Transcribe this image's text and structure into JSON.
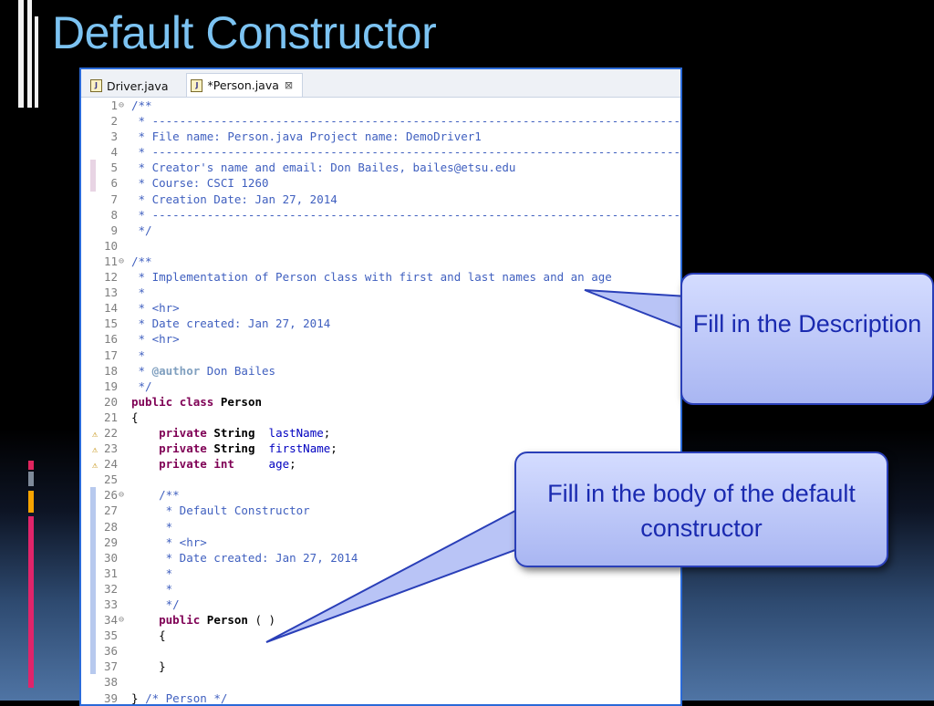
{
  "slide": {
    "title": "Default Constructor"
  },
  "editor": {
    "tabs": [
      {
        "label": "Driver.java",
        "active": false
      },
      {
        "label": "*Person.java",
        "active": true
      }
    ],
    "lines": [
      {
        "n": "1",
        "text": "/**",
        "fold": true
      },
      {
        "n": "2",
        "text": " * -----------------------------------------------------------------------------------------"
      },
      {
        "n": "3",
        "text": " * File name: Person.java Project name: DemoDriver1"
      },
      {
        "n": "4",
        "text": " * -----------------------------------------------------------------------------------------"
      },
      {
        "n": "5",
        "text": " * Creator's name and email: Don Bailes, bailes@etsu.edu"
      },
      {
        "n": "6",
        "text": " * Course: CSCI 1260"
      },
      {
        "n": "7",
        "text": " * Creation Date: Jan 27, 2014"
      },
      {
        "n": "8",
        "text": " * -----------------------------------------------------------------------------------------"
      },
      {
        "n": "9",
        "text": " */"
      },
      {
        "n": "10",
        "text": ""
      },
      {
        "n": "11",
        "text": "/**",
        "fold": true
      },
      {
        "n": "12",
        "text": " * Implementation of Person class with first and last names and an age"
      },
      {
        "n": "13",
        "text": " *"
      },
      {
        "n": "14",
        "text": " * <hr>"
      },
      {
        "n": "15",
        "text": " * Date created: Jan 27, 2014"
      },
      {
        "n": "16",
        "text": " * <hr>"
      },
      {
        "n": "17",
        "text": " *"
      },
      {
        "n": "18",
        "text": " * @author Don Bailes"
      },
      {
        "n": "19",
        "text": " */"
      },
      {
        "n": "20",
        "text": "public class Person"
      },
      {
        "n": "21",
        "text": "{"
      },
      {
        "n": "22",
        "text": "    private String  lastName;",
        "warn": true
      },
      {
        "n": "23",
        "text": "    private String  firstName;",
        "warn": true
      },
      {
        "n": "24",
        "text": "    private int     age;",
        "warn": true
      },
      {
        "n": "25",
        "text": ""
      },
      {
        "n": "26",
        "text": "    /**",
        "fold": true
      },
      {
        "n": "27",
        "text": "     * Default Constructor"
      },
      {
        "n": "28",
        "text": "     *"
      },
      {
        "n": "29",
        "text": "     * <hr>"
      },
      {
        "n": "30",
        "text": "     * Date created: Jan 27, 2014"
      },
      {
        "n": "31",
        "text": "     *"
      },
      {
        "n": "32",
        "text": "     *"
      },
      {
        "n": "33",
        "text": "     */"
      },
      {
        "n": "34",
        "text": "    public Person ( )",
        "fold": true
      },
      {
        "n": "35",
        "text": "    {"
      },
      {
        "n": "36",
        "text": ""
      },
      {
        "n": "37",
        "text": "    }"
      },
      {
        "n": "38",
        "text": ""
      },
      {
        "n": "39",
        "text": "} /* Person */"
      }
    ]
  },
  "callouts": {
    "description": "Fill in the Description",
    "constructor": "Fill in the body of the default constructor"
  },
  "colors": {
    "title": "#7cc3f2",
    "callout_text": "#1a2ab0",
    "keyword": "#7f0055",
    "comment": "#3f5fbf",
    "field": "#0000c0"
  }
}
